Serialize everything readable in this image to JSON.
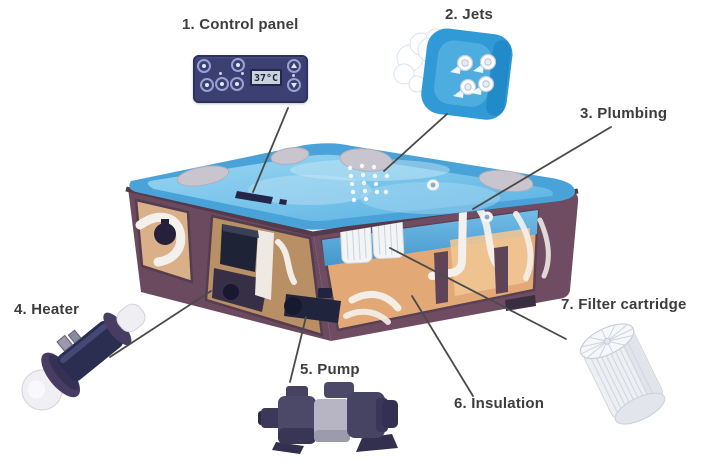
{
  "labels": [
    {
      "id": "control-panel",
      "text": "1. Control panel"
    },
    {
      "id": "jets",
      "text": "2. Jets"
    },
    {
      "id": "plumbing",
      "text": "3. Plumbing"
    },
    {
      "id": "heater",
      "text": "4. Heater"
    },
    {
      "id": "pump",
      "text": "5. Pump"
    },
    {
      "id": "insulation",
      "text": "6. Insulation"
    },
    {
      "id": "filter-cartridge",
      "text": "7. Filter cartridge"
    }
  ],
  "control_panel": {
    "display_value": "37°C",
    "icons": [
      "round-button",
      "round-button",
      "round-button",
      "round-button",
      "round-button",
      "up-arrow-icon",
      "down-arrow-icon"
    ]
  },
  "colors": {
    "water_blue": "#46a3da",
    "water_light": "#8ed1f2",
    "cabinet_plum": "#6b4a5f",
    "insulation_tan": "#e2a976",
    "panel_navy": "#3b3f72",
    "jets_blue": "#2f9ad6",
    "pipe_white": "#f4f1ec",
    "headrest_gray": "#c9c5cf",
    "label_text": "#3d3d3d",
    "leader_line": "#4a4a4a"
  }
}
